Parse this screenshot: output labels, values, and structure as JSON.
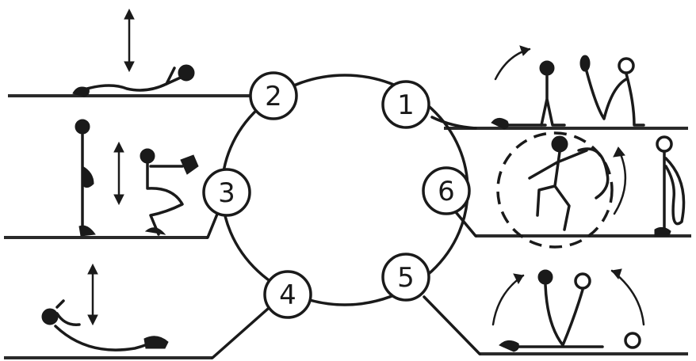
{
  "diagram": {
    "stations": [
      {
        "label": "1"
      },
      {
        "label": "2"
      },
      {
        "label": "3"
      },
      {
        "label": "4"
      },
      {
        "label": "5"
      },
      {
        "label": "6"
      }
    ],
    "colors": {
      "ink": "#1a1a1a",
      "background": "#ffffff"
    },
    "icons": [
      "up-down-arrow-icon",
      "curved-arrow-icon",
      "stick-figure-icon"
    ]
  }
}
